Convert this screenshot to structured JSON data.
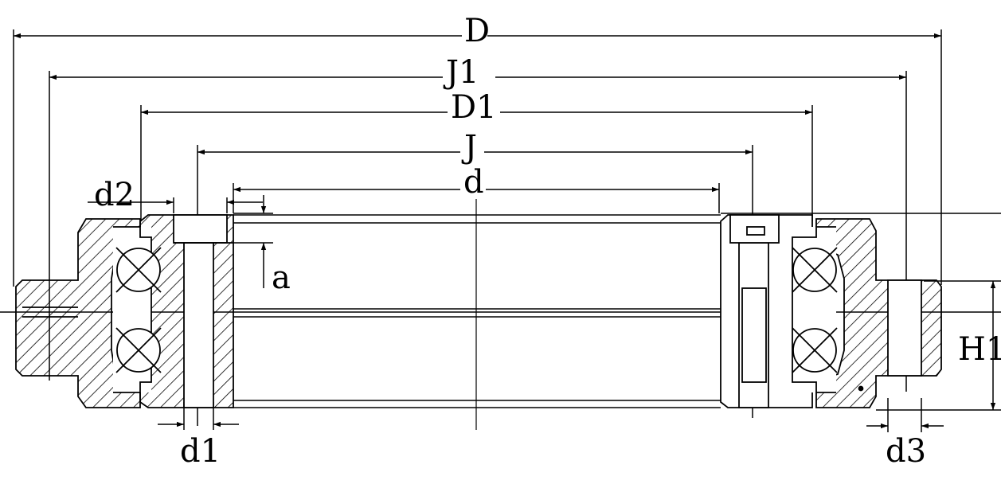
{
  "labels": {
    "D": "D",
    "J1": "J1",
    "D1": "D1",
    "J": "J",
    "d": "d",
    "d2": "d2",
    "a": "a",
    "H1": "H1",
    "d1": "d1",
    "d3": "d3"
  },
  "colors": {
    "line": "#000000",
    "background": "#ffffff"
  }
}
